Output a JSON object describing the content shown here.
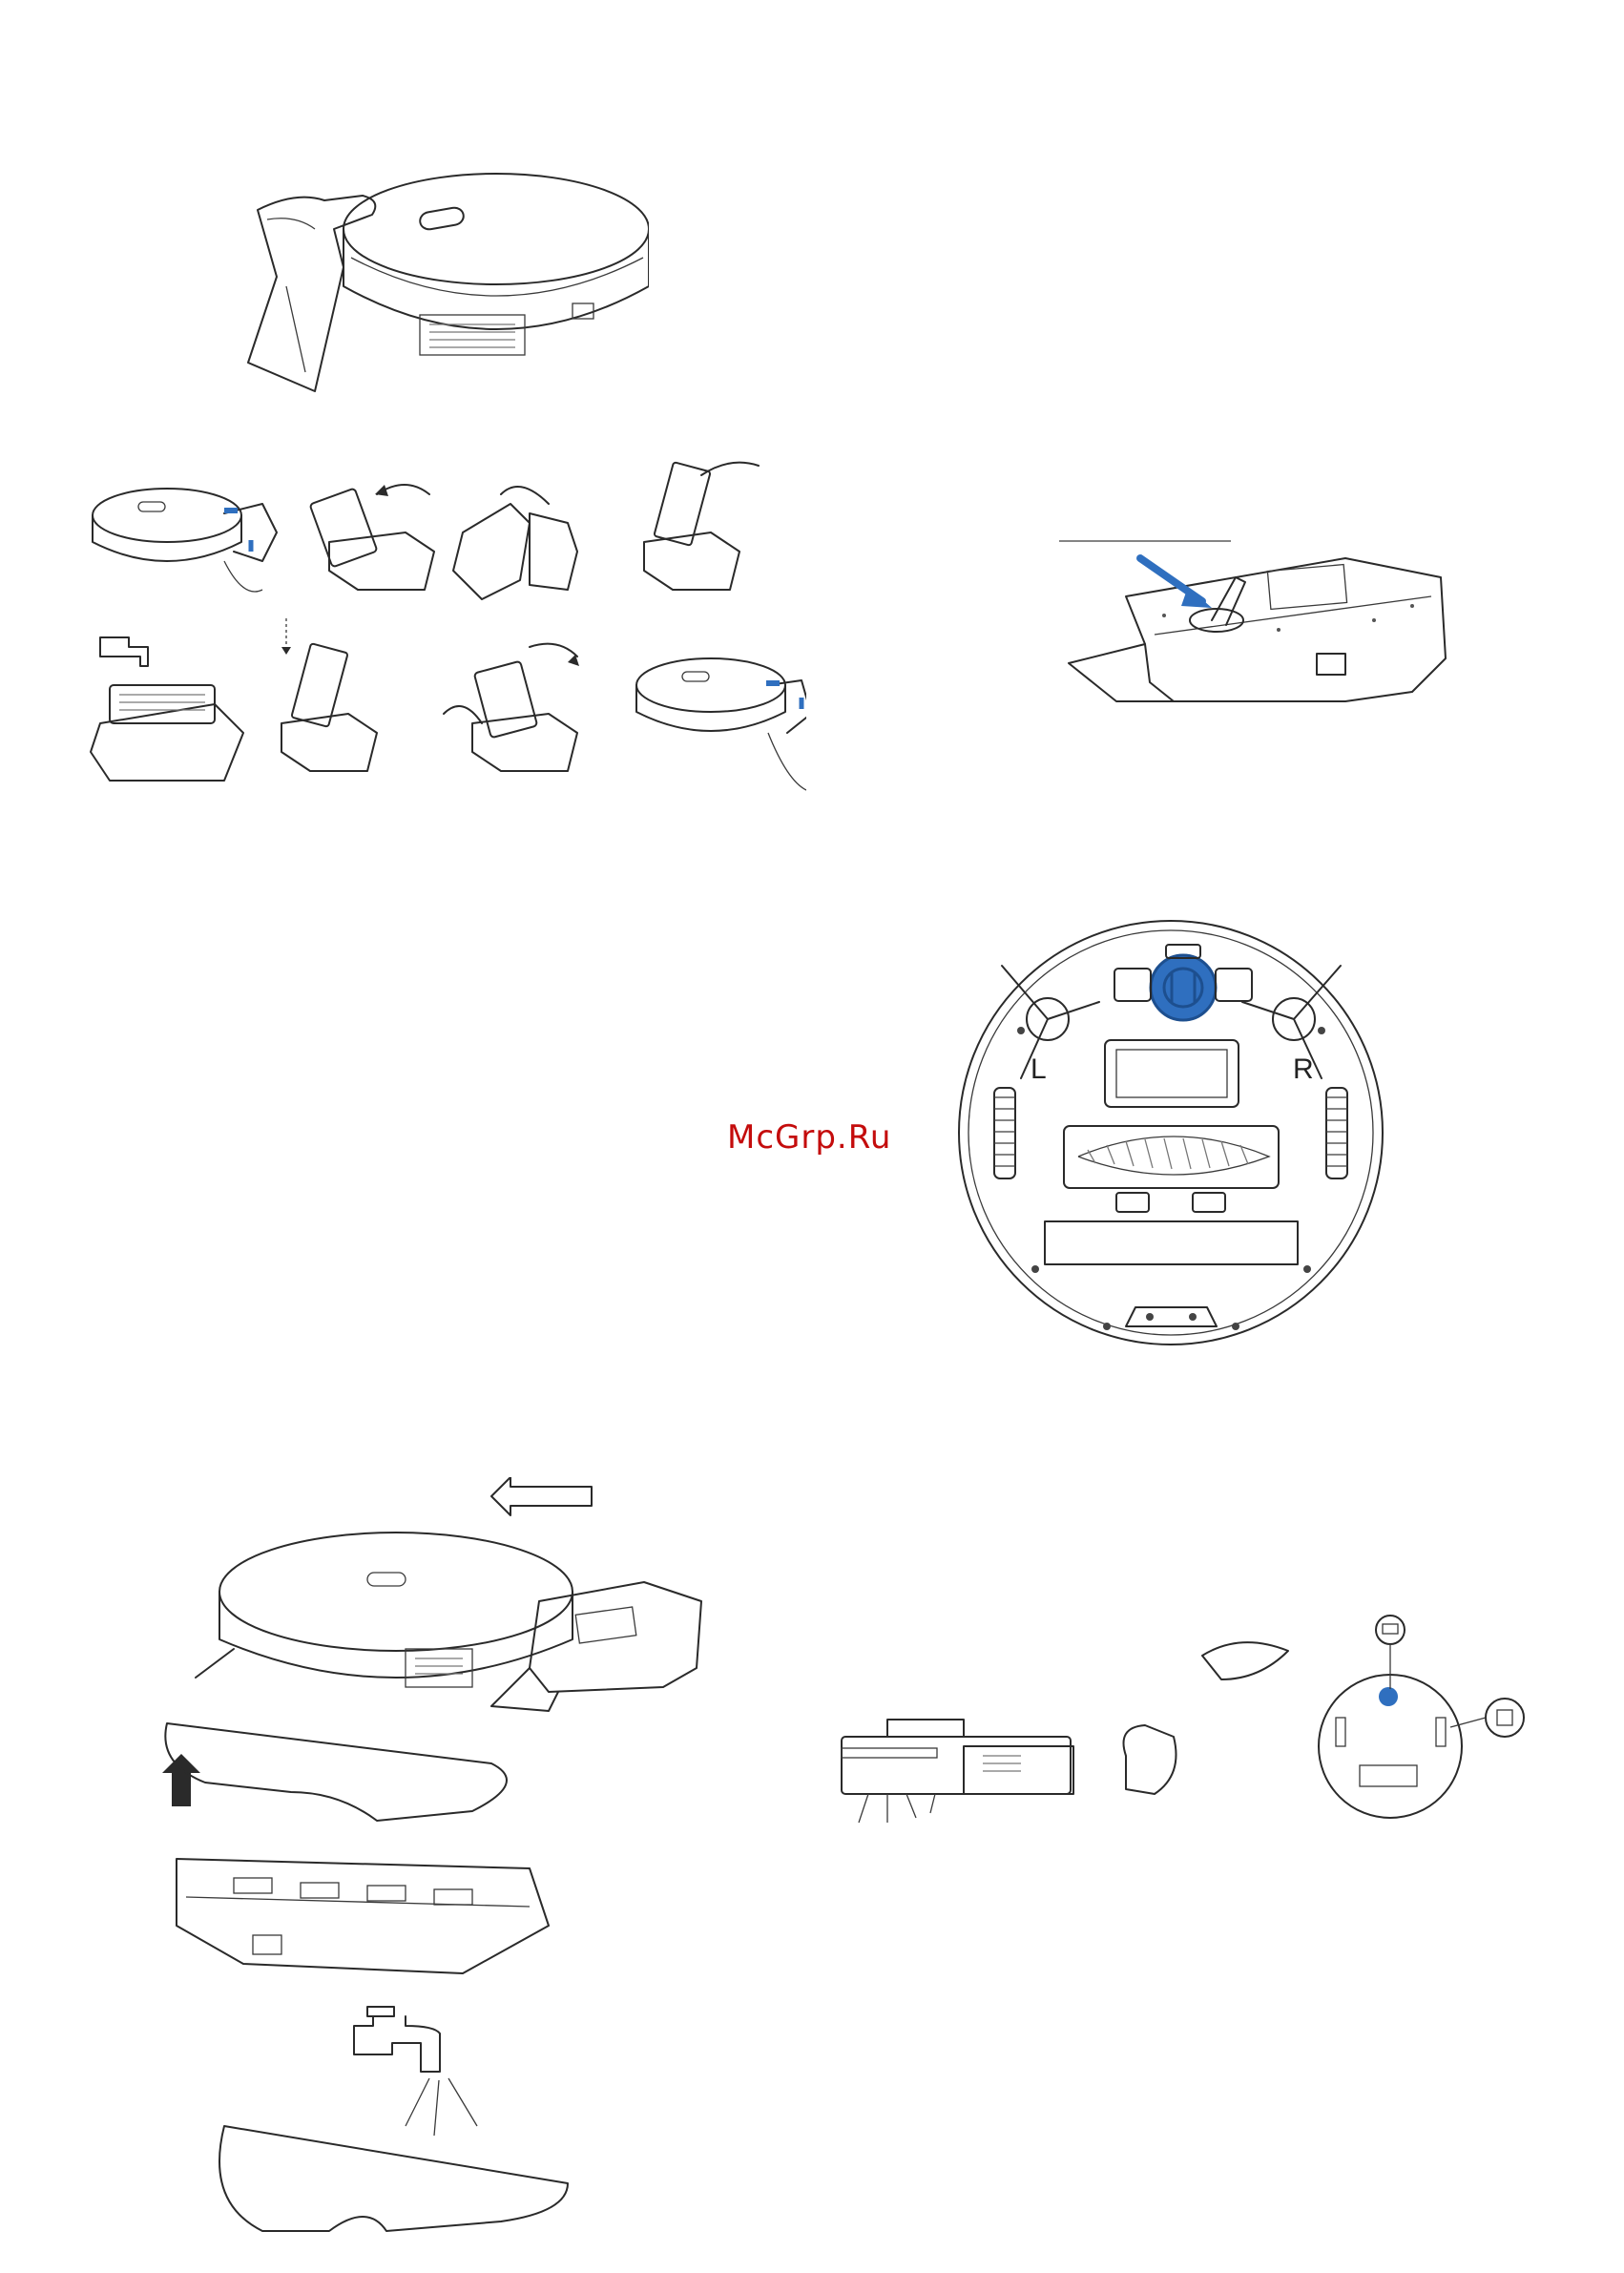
{
  "watermark": "McGrp.Ru",
  "bottom_view": {
    "left_label": "L",
    "right_label": "R"
  },
  "colors": {
    "accent_blue": "#2f6fbf",
    "line": "#2a2a2a",
    "watermark": "#c40c0c"
  },
  "icons": [
    "hand-icon",
    "cloth-icon",
    "faucet-icon",
    "arrow-icon"
  ]
}
